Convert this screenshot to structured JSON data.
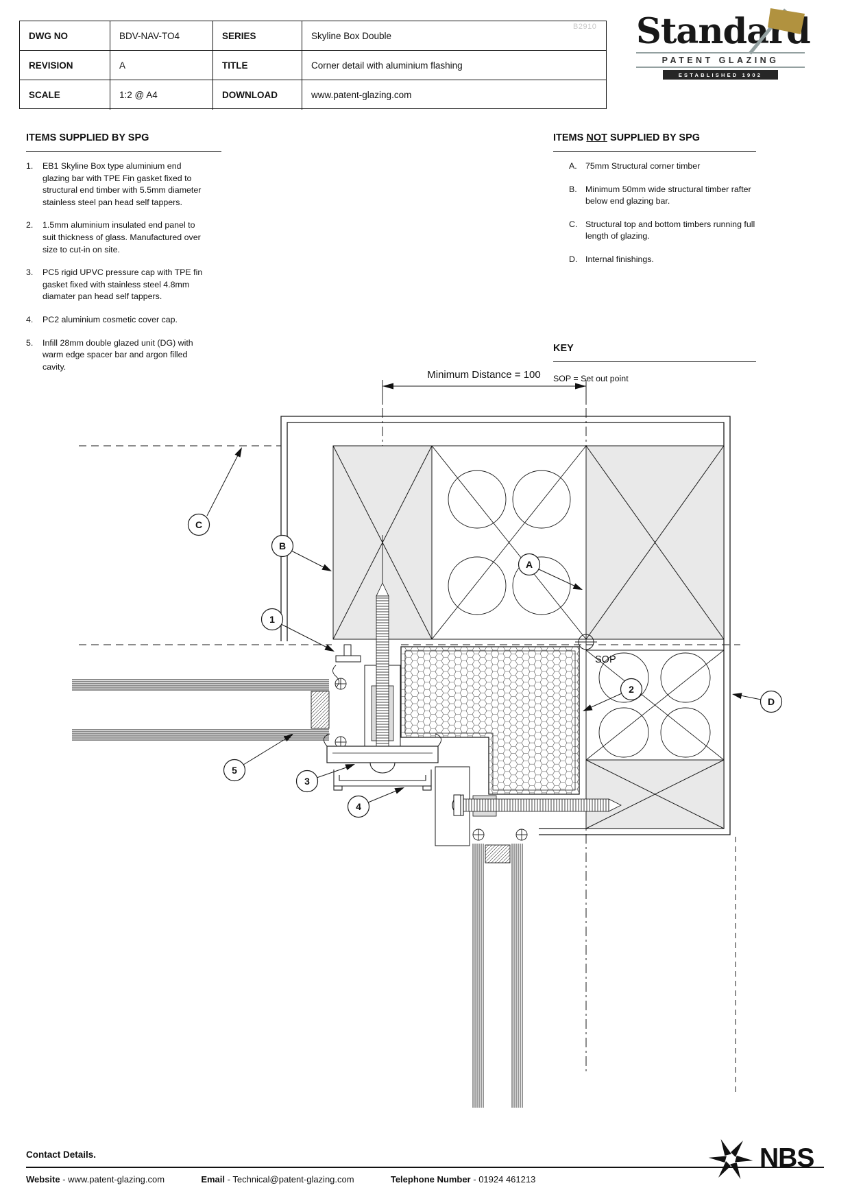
{
  "title_block": {
    "rows": [
      {
        "label": "DWG NO",
        "value": "BDV-NAV-TO4",
        "label2": "SERIES",
        "value2": "Skyline Box Double"
      },
      {
        "label": "REVISION",
        "value": "A",
        "label2": "TITLE",
        "value2": "Corner detail with aluminium flashing"
      },
      {
        "label": "SCALE",
        "value": "1:2 @ A4",
        "label2": "DOWNLOAD",
        "value2": "www.patent-glazing.com"
      }
    ],
    "ref_note": "B2910"
  },
  "logo": {
    "name": "Standard",
    "subtitle": "PATENT GLAZING",
    "established": "ESTABLISHED 1902",
    "flag_color": "#b1923f",
    "pole_color": "#93a0a0"
  },
  "supplied": {
    "heading": "ITEMS SUPPLIED BY SPG",
    "items": [
      {
        "num": "1.",
        "text": "EB1 Skyline Box type aluminium end glazing bar with TPE Fin gasket fixed to structural end timber with 5.5mm diameter stainless steel pan head self tappers."
      },
      {
        "num": "2.",
        "text": "1.5mm aluminium insulated end panel to suit thickness of glass. Manufactured over size to cut-in on site."
      },
      {
        "num": "3.",
        "text": "PC5 rigid UPVC pressure cap with TPE fin gasket fixed with stainless steel 4.8mm diamater pan head self tappers."
      },
      {
        "num": "4.",
        "text": "PC2 aluminium cosmetic cover cap."
      },
      {
        "num": "5.",
        "text": "Infill 28mm double glazed unit (DG) with warm edge spacer bar and argon filled cavity."
      }
    ]
  },
  "not_supplied": {
    "h1": "ITEMS ",
    "h2": "NOT",
    "h3": " SUPPLIED BY SPG",
    "items": [
      {
        "num": "A.",
        "text": "75mm Structural corner timber"
      },
      {
        "num": "B.",
        "text": "Minimum 50mm wide structural timber rafter below end glazing bar."
      },
      {
        "num": "C.",
        "text": "Structural top and bottom timbers running full length of glazing."
      },
      {
        "num": "D.",
        "text": "Internal finishings."
      }
    ]
  },
  "key": {
    "heading": "KEY",
    "entry": "SOP = Set out point"
  },
  "drawing": {
    "dimension_label": "Minimum Distance = 100",
    "sop_label": "SOP",
    "timber_fill": "#e9e9e9",
    "callouts": {
      "c": "C",
      "b": "B",
      "a": "A",
      "d": "D",
      "n1": "1",
      "n2": "2",
      "n3": "3",
      "n4": "4",
      "n5": "5"
    }
  },
  "footer": {
    "contact_heading": "Contact Details.",
    "website_label": "Website",
    "website_value": "-  www.patent-glazing.com",
    "email_label": "Email",
    "email_value": "-  Technical@patent-glazing.com",
    "phone_label": "Telephone Number",
    "phone_value": "-  01924 461213",
    "nbs": "NBS"
  }
}
